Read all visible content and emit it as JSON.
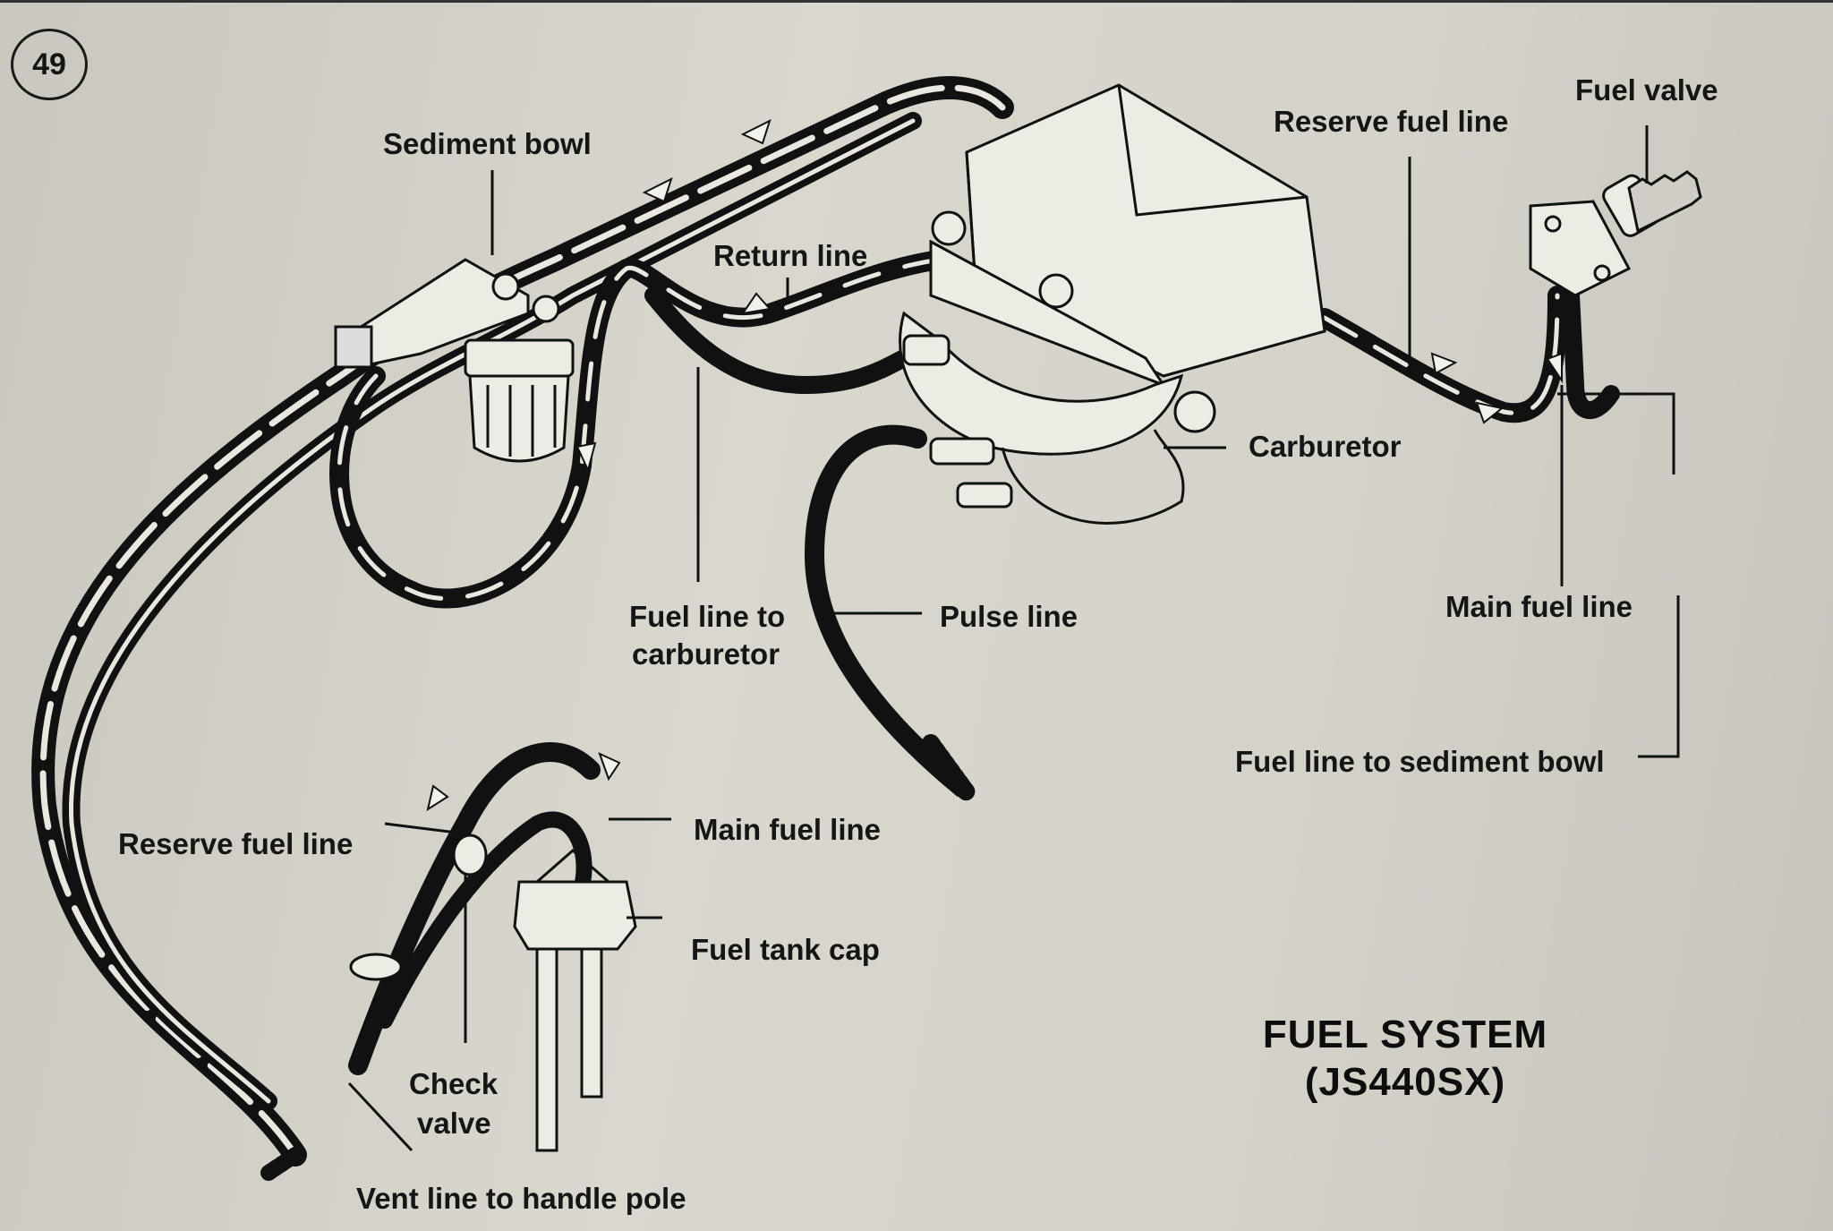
{
  "figure": {
    "number": "49"
  },
  "title": {
    "line1": "FUEL SYSTEM",
    "line2": "(JS440SX)"
  },
  "labels": {
    "sediment_bowl": "Sediment bowl",
    "return_line": "Return line",
    "reserve_fuel_line_top": "Reserve fuel line",
    "fuel_valve": "Fuel valve",
    "carburetor": "Carburetor",
    "main_fuel_line_right": "Main fuel line",
    "fuel_line_to_sediment_bowl": "Fuel line to sediment bowl",
    "fuel_line_to_carburetor_1": "Fuel line to",
    "fuel_line_to_carburetor_2": "carburetor",
    "pulse_line": "Pulse line",
    "reserve_fuel_line_left": "Reserve fuel line",
    "main_fuel_line_bottom": "Main fuel line",
    "fuel_tank_cap": "Fuel tank cap",
    "check_valve_1": "Check",
    "check_valve_2": "valve",
    "vent_line": "Vent line to handle pole"
  },
  "colors": {
    "ink": "#151515",
    "paper": "#d4d2c9"
  }
}
